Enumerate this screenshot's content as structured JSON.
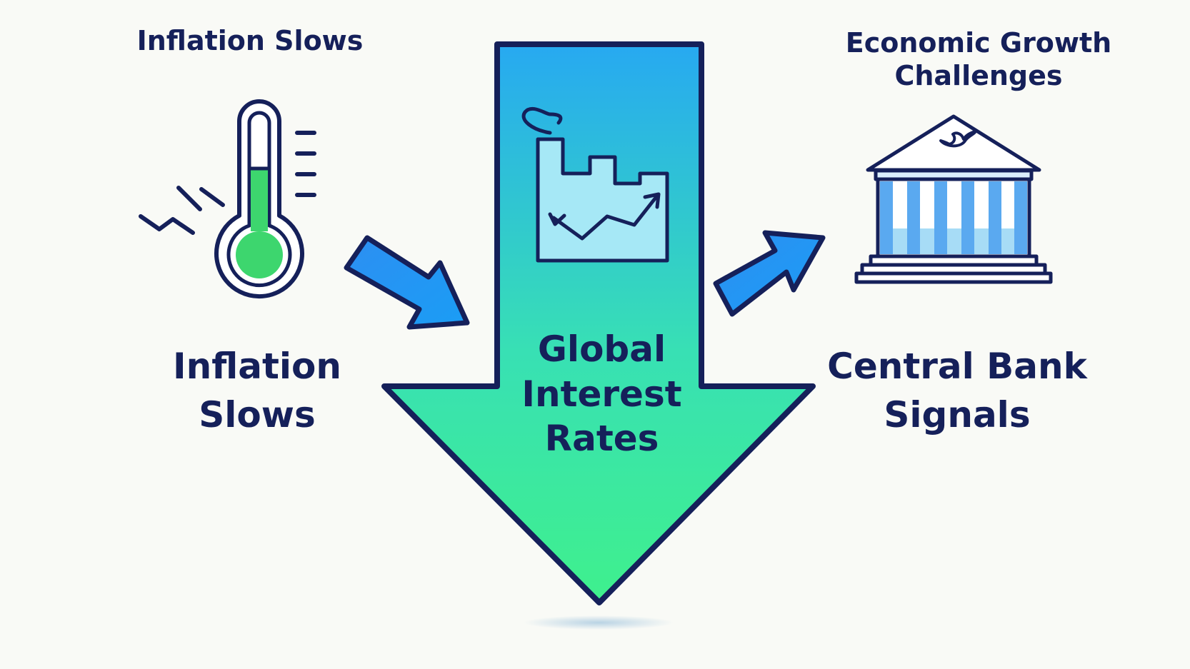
{
  "labels": {
    "top_left": "Inflation Slows",
    "top_right": "Economic Growth Challenges",
    "mid_left": "Inflation Slows",
    "mid_right": "Central Bank Signals",
    "center": "Global Interest Rates"
  },
  "icons": {
    "left": "thermometer-icon",
    "center": "factory-chart-icon",
    "right": "bank-building-icon"
  },
  "colors": {
    "text": "#15205a",
    "outline": "#15205a",
    "arrow_top": "#27a9f1",
    "arrow_bottom": "#3ff08d",
    "side_arrow": "#1f8ef0",
    "thermo_fill": "#3dd66e",
    "bank_pillar": "#5aa9f0",
    "background": "#f9faf6"
  }
}
